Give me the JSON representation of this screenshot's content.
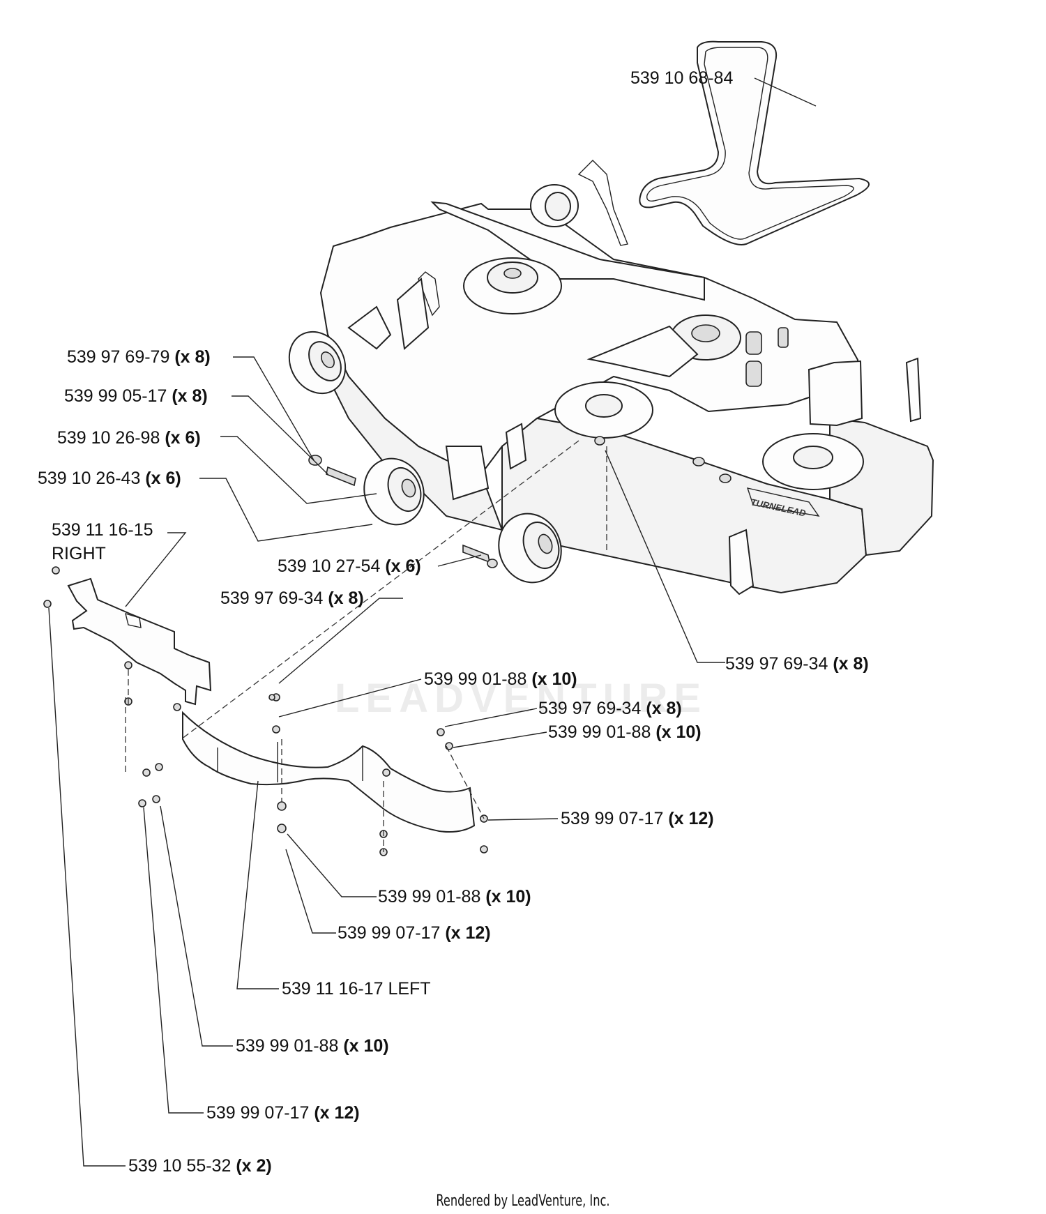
{
  "watermark": "LEADVENTURE",
  "deck_brand": "TURNELEAD",
  "footer": "Rendered by LeadVenture, Inc.",
  "labels": [
    {
      "id": "belt",
      "part": "539 10 68-84",
      "qty": ""
    },
    {
      "id": "bolt-wheel",
      "part": "539 97 69-79",
      "qty": "(x 8)"
    },
    {
      "id": "washer-wheel",
      "part": "539 99 05-17",
      "qty": "(x 8)"
    },
    {
      "id": "spacer-wheel",
      "part": "539 10 26-98",
      "qty": "(x 6)"
    },
    {
      "id": "wheel",
      "part": "539 10 26-43",
      "qty": "(x 6)"
    },
    {
      "id": "baffle-right",
      "part": "539 11 16-15",
      "qty": ""
    },
    {
      "id": "baffle-right-side",
      "part": "RIGHT",
      "qty": ""
    },
    {
      "id": "bolt-axle",
      "part": "539 10 27-54",
      "qty": "(x 6)"
    },
    {
      "id": "bolt-mid-left",
      "part": "539 97 69-34",
      "qty": "(x 8)"
    },
    {
      "id": "bolt-deck",
      "part": "539 97 69-34",
      "qty": "(x 8)"
    },
    {
      "id": "washer-mid",
      "part": "539 99 01-88",
      "qty": "(x 10)"
    },
    {
      "id": "bolt-mid-right",
      "part": "539 97 69-34",
      "qty": "(x 8)"
    },
    {
      "id": "washer-right",
      "part": "539 99 01-88",
      "qty": "(x 10)"
    },
    {
      "id": "nut-right",
      "part": "539 99 07-17",
      "qty": "(x 12)"
    },
    {
      "id": "washer-lower",
      "part": "539 99 01-88",
      "qty": "(x 10)"
    },
    {
      "id": "nut-lower",
      "part": "539 99 07-17",
      "qty": "(x 12)"
    },
    {
      "id": "baffle-left",
      "part": "539 11 16-17 LEFT",
      "qty": ""
    },
    {
      "id": "washer-left",
      "part": "539 99 01-88",
      "qty": "(x 10)"
    },
    {
      "id": "nut-left",
      "part": "539 99 07-17",
      "qty": "(x 12)"
    },
    {
      "id": "bolt-left",
      "part": "539 10 55-32",
      "qty": "(x 2)"
    }
  ]
}
